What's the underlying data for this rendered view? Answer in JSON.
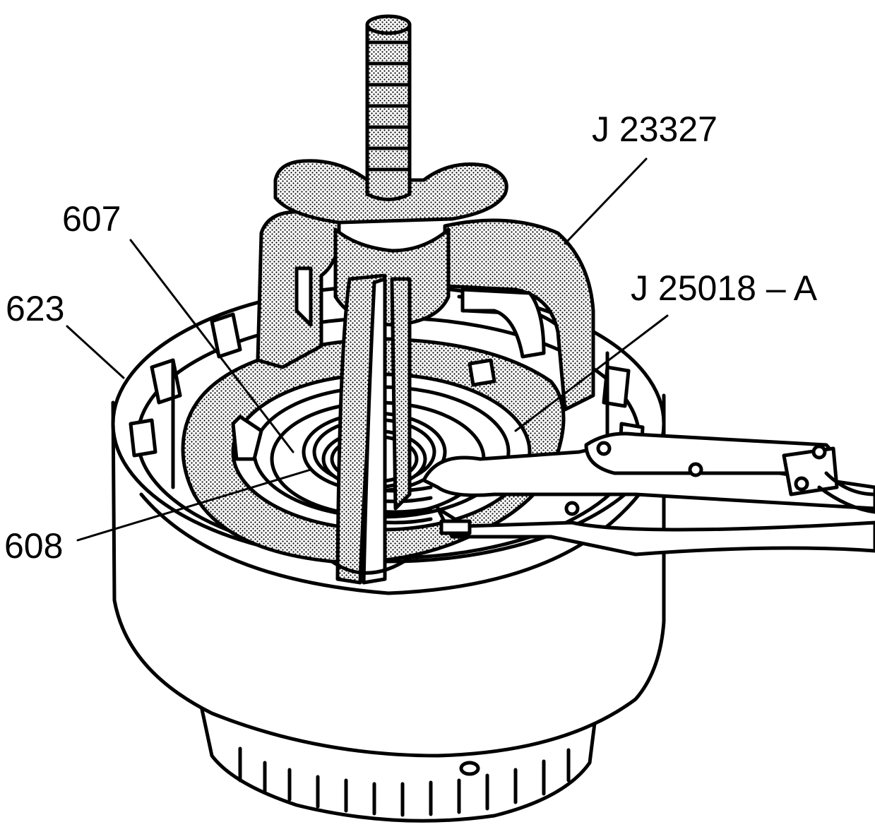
{
  "diagram": {
    "labels": {
      "tool_main": "J 23327",
      "tool_pliers": "J 25018 – A",
      "part_607": "607",
      "part_623": "623",
      "part_608": "608"
    },
    "colors": {
      "ink": "#000000",
      "paper": "#ffffff",
      "shade": "#bdbdbd"
    }
  }
}
